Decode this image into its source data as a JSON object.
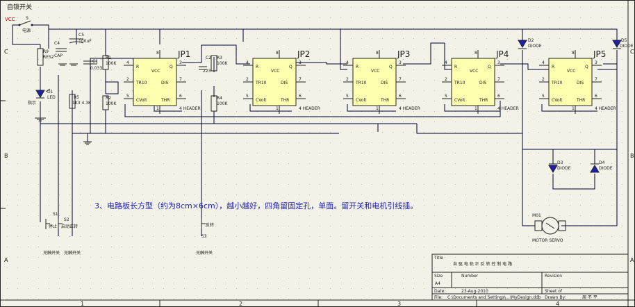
{
  "schematic": {
    "top_label": "自锁开关",
    "vcc_label": "VCC",
    "switch": {
      "ref": "S",
      "name": "电源"
    },
    "note": "3、电路板长方型（约为8cm×6cm），越小越好，四角留固定孔，单面。留开关和电机引线插。",
    "row_letters": [
      "C",
      "B",
      "A"
    ],
    "col_numbers": [
      "1",
      "2",
      "3",
      "4"
    ],
    "chips": [
      {
        "id": "JP1",
        "pins": {
          "r": "R",
          "vcc": "VCC",
          "q": "Q",
          "tr": "TR10",
          "dis": "DIS",
          "cv": "CVolt",
          "thr": "THR",
          "n4": "4",
          "n8": "8",
          "n3": "3",
          "n2": "2",
          "n7": "7",
          "n5": "5",
          "n6": "6",
          "n1": "1",
          "header": "4 HEADER"
        }
      },
      {
        "id": "JP2",
        "pins": {
          "r": "R",
          "vcc": "VCC",
          "q": "Q",
          "tr": "TR10",
          "dis": "DIS",
          "cv": "CVolt",
          "thr": "THR",
          "n4": "4",
          "n8": "8",
          "n3": "3",
          "n2": "2",
          "n7": "7",
          "n5": "5",
          "n6": "6",
          "n1": "1",
          "header": "4 HEADER"
        }
      },
      {
        "id": "JP3",
        "pins": {
          "r": "R",
          "vcc": "VCC",
          "q": "Q",
          "tr": "TR10",
          "dis": "DIS",
          "cv": "CVolt",
          "thr": "THR",
          "n4": "4",
          "n8": "8",
          "n3": "3",
          "n2": "2",
          "n7": "7",
          "n5": "5",
          "n6": "6",
          "n1": "1",
          "header": "4 HEADER"
        }
      },
      {
        "id": "JP4",
        "pins": {
          "r": "R",
          "vcc": "VCC",
          "q": "Q",
          "tr": "TR10",
          "dis": "DIS",
          "cv": "CVolt",
          "thr": "THR",
          "n4": "4",
          "n8": "8",
          "n3": "3",
          "n2": "2",
          "n7": "7",
          "n5": "5",
          "n6": "6",
          "n1": "1",
          "header": "4 HEADER"
        }
      },
      {
        "id": "JP5",
        "pins": {
          "r": "R",
          "vcc": "VCC",
          "q": "Q",
          "tr": "TR10",
          "dis": "DIS",
          "cv": "CVolt",
          "thr": "THR",
          "n4": "4",
          "n8": "8",
          "n3": "3",
          "n2": "2",
          "n7": "7",
          "n5": "5",
          "n6": "6",
          "n1": "1",
          "header": "4 HEADER"
        }
      }
    ],
    "components": {
      "r9": {
        "ref": "R9",
        "val": "RES2"
      },
      "c4": {
        "ref": "C4",
        "val": "CAP"
      },
      "c5": {
        "ref": "C5",
        "val": "100uF"
      },
      "c1": {
        "ref": "C1",
        "val": "0.033"
      },
      "r1": {
        "ref": "R1",
        "val": "100K"
      },
      "r2": {
        "ref": "R2",
        "val": "100K"
      },
      "c2": {
        "ref": "C2",
        "val": "223"
      },
      "r3": {
        "ref": "R3",
        "val": "100K"
      },
      "r4": {
        "ref": "R4",
        "val": "100K"
      },
      "r5": {
        "ref": "R5",
        "val": "1K3 4.3K"
      },
      "d1": {
        "ref": "D1",
        "val": "LED",
        "name": "指示"
      },
      "d2": {
        "ref": "D2",
        "val": "DIODE"
      },
      "d3": {
        "ref": "D3",
        "val": "DIODE"
      },
      "d4": {
        "ref": "D4",
        "val": "DIODE"
      },
      "d5": {
        "ref": "D5",
        "val": "DIODE"
      },
      "m": {
        "ref": "M01",
        "val": "MOTOR SERVO"
      },
      "s1": {
        "ref": "S1",
        "name": "停止"
      },
      "s2": {
        "ref": "S2",
        "name": "启动正转"
      },
      "s3": {
        "ref": "S3",
        "name": "反转"
      }
    },
    "switch_group_labels": [
      "兑触开关",
      "兑触开关",
      "兑触开关"
    ]
  },
  "title_block": {
    "title_label": "Title",
    "title_value": "自 驱 电 机 正 反 转 控 制 电 路",
    "size_label": "Size",
    "size_value": "A4",
    "number_label": "Number",
    "revision_label": "Revision",
    "date_label": "Date:",
    "date_value": "23-Aug-2010",
    "sheet_label": "Sheet    of",
    "file_label": "File:",
    "file_value": "C:\\Documents and Settings\\...\\MyDesign.ddb",
    "drawn_label": "Drawn By:",
    "drawn_value": "周 不 平"
  }
}
